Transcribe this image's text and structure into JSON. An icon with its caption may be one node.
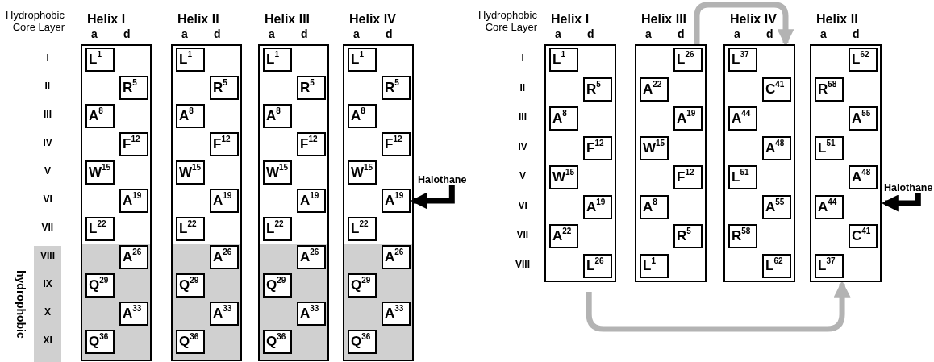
{
  "diagram": {
    "nodes": [
      {
        "text": [
          "Helix I"
        ]
      },
      {
        "text": [
          "L$^{1}$"
        ],
        "in": 0
      },
      {
        "text": [
          "R$^{5}$"
        ],
        "in": 0
      },
      {
        "text": [
          "A$^{8}$"
        ],
        "in": 0
      },
      {
        "text": [
          "F$^{12}$"
        ],
        "in": 0
      },
      {
        "text": [
          "W$^{15}$"
        ],
        "in": 0
      },
      {
        "text": [
          "A$^{19}$"
        ],
        "in": 0
      },
      {
        "text": [
          "L$^{22}$"
        ],
        "in": 0
      },
      {
        "text": [
          "A$^{26}$"
        ],
        "in": 0
      },
      {
        "text": [
          "Q$^{29}$"
        ],
        "in": 0
      },
      {
        "text": [
          "A$^{33}$"
        ],
        "in": 0
      },
      {
        "text": [
          "Q$^{36}$"
        ],
        "in": 0
      },
      {
        "text": [
          "Helix II"
        ]
      },
      {
        "text": [
          "L$^{1}$"
        ],
        "in": 12
      },
      {
        "text": [
          "R$^{5}$"
        ],
        "in": 12
      },
      {
        "text": [
          "A$^{8}$"
        ],
        "in": 12
      },
      {
        "text": [
          "F$^{12}$"
        ],
        "in": 12
      },
      {
        "text": [
          "W$^{15}$"
        ],
        "in": 12
      },
      {
        "text": [
          "A$^{19}$"
        ],
        "in": 12
      },
      {
        "text": [
          "L$^{22}$"
        ],
        "in": 12
      },
      {
        "text": [
          "A$^{26}$"
        ],
        "in": 12
      },
      {
        "text": [
          "Q$^{29}$"
        ],
        "in": 12
      },
      {
        "text": [
          "A$^{33}$"
        ],
        "in": 12
      },
      {
        "text": [
          "Q$^{36}$"
        ],
        "in": 12
      },
      {
        "text": [
          "Helix III"
        ]
      },
      {
        "text": [
          "L$^{1}$"
        ],
        "in": 24
      },
      {
        "text": [
          "R$^{5}$"
        ],
        "in": 24
      },
      {
        "text": [
          "A$^{8}$"
        ],
        "in": 24
      },
      {
        "text": [
          "F$^{12}$"
        ],
        "in": 24
      },
      {
        "text": [
          "W$^{15}$"
        ],
        "in": 24
      },
      {
        "text": [
          "A$^{19}$"
        ],
        "in": 24
      },
      {
        "text": [
          "L$^{22}$"
        ],
        "in": 24
      },
      {
        "text": [
          "A$^{26}$"
        ],
        "in": 24
      },
      {
        "text": [
          "Q$^{29}$"
        ],
        "in": 24
      },
      {
        "text": [
          "A$^{33}$"
        ],
        "in": 24
      },
      {
        "text": [
          "Q$^{36}$"
        ],
        "in": 24
      },
      {
        "text": [
          "Helix IV"
        ]
      },
      {
        "text": [
          "L$^{1}$"
        ],
        "in": 36
      },
      {
        "text": [
          "R$^{5}$"
        ],
        "in": 36
      },
      {
        "text": [
          "A$^{8}$"
        ],
        "in": 36
      },
      {
        "text": [
          "F$^{12}$"
        ],
        "in": 36
      },
      {
        "text": [
          "W$^{15}$"
        ],
        "in": 36
      },
      {
        "text": [
          "A$^{19}$"
        ],
        "in": 36
      },
      {
        "text": [
          "L$^{22}$"
        ],
        "in": 36
      },
      {
        "text": [
          "A$^{26}$"
        ],
        "in": 36
      },
      {
        "text": [
          "Q$^{29}$"
        ],
        "in": 36
      },
      {
        "text": [
          "A$^{33}$"
        ],
        "in": 36
      },
      {
        "text": [
          "Q$^{36}$"
        ],
        "in": 36
      },
      {
        "text": [
          "Halothane"
        ]
      },
      {
        "text": [
          "Helix I"
        ]
      },
      {
        "text": [
          "L$^{1}$"
        ],
        "in": 49
      },
      {
        "text": [
          "R$^{5}$"
        ],
        "in": 49
      },
      {
        "text": [
          "A$^{8}$"
        ],
        "in": 49
      },
      {
        "text": [
          "F$^{12}$"
        ],
        "in": 49
      },
      {
        "text": [
          "W$^{15}$"
        ],
        "in": 49
      },
      {
        "text": [
          "A$^{19}$"
        ],
        "in": 49
      },
      {
        "text": [
          "A$^{22}$"
        ],
        "in": 49
      },
      {
        "text": [
          "L$^{26}$"
        ],
        "in": 49
      },
      {
        "text": [
          "Helix III"
        ]
      },
      {
        "text": [
          "L$^{26}$"
        ],
        "in": 58
      },
      {
        "text": [
          "A$^{22}$"
        ],
        "in": 58
      },
      {
        "text": [
          "A$^{19}$"
        ],
        "in": 58
      },
      {
        "text": [
          "W$^{15}$"
        ],
        "in": 58
      },
      {
        "text": [
          "F$^{12}$"
        ],
        "in": 58
      },
      {
        "text": [
          "A$^{8}$"
        ],
        "in": 58
      },
      {
        "text": [
          "R$^{5}$"
        ],
        "in": 58
      },
      {
        "text": [
          "L$^{1}$"
        ],
        "in": 58
      },
      {
        "text": [
          "Helix IV"
        ]
      },
      {
        "text": [
          "L$^{37}$"
        ],
        "in": 67
      },
      {
        "text": [
          "C$^{41}$"
        ],
        "in": 67
      },
      {
        "text": [
          "A$^{44}$"
        ],
        "in": 67
      },
      {
        "text": [
          "A$^{48}$"
        ],
        "in": 67
      },
      {
        "text": [
          "L$^{51}$"
        ],
        "in": 67
      },
      {
        "text": [
          "A$^{55}$"
        ],
        "in": 67
      },
      {
        "text": [
          "R$^{58}$"
        ],
        "in": 67
      },
      {
        "text": [
          "L$^{62}$"
        ],
        "in": 67
      },
      {
        "text": [
          "Helix II"
        ]
      },
      {
        "text": [
          "L$^{62}$"
        ],
        "in": 76
      },
      {
        "text": [
          "R$^{58}$"
        ],
        "in": 76
      },
      {
        "text": [
          "A$^{55}$"
        ],
        "in": 76
      },
      {
        "text": [
          "L$^{51}$"
        ],
        "in": 76
      },
      {
        "text": [
          "A$^{48}$"
        ],
        "in": 76
      },
      {
        "text": [
          "A$^{44}$"
        ],
        "in": 76
      },
      {
        "text": [
          "C$^{41}$"
        ],
        "in": 76
      },
      {
        "text": [
          "L$^{37}$"
        ],
        "in": 76
      },
      {
        "text": [
          "Halothane"
        ]
      }
    ],
    "edges": [
      {
        "from": 48,
        "to": 42,
        "arrow": "to"
      },
      {
        "from": 58,
        "to": 67,
        "arrow": "to",
        "color": "#b3b3b3"
      },
      {
        "from": 85,
        "to": 76,
        "arrow": "to"
      },
      {
        "from": 49,
        "to": 76,
        "arrow": "to",
        "color": "#b3b3b3"
      }
    ],
    "labels": [
      "Hydrophobic Core Layer",
      "a",
      "d",
      "a",
      "d",
      "a",
      "d",
      "a",
      "d",
      "I",
      "II",
      "III",
      "IV",
      "V",
      "VI",
      "VII",
      "VIII",
      "IX",
      "X",
      "XI",
      "hydrophobic",
      "Hydrophobic Core Layer",
      "a",
      "d",
      "a",
      "d",
      "a",
      "d",
      "a",
      "d",
      "I",
      "II",
      "III",
      "IV",
      "V",
      "VI",
      "VII",
      "VIII"
    ]
  }
}
